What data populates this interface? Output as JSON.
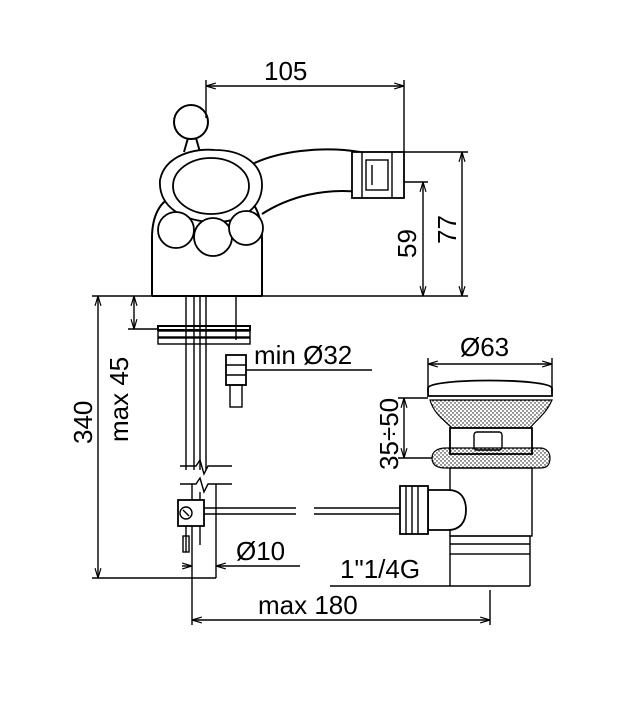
{
  "dimensions": {
    "width_105": "105",
    "height_77": "77",
    "height_59": "59",
    "max_45": "max 45",
    "height_340": "340",
    "min_d32": "min Ø32",
    "d63": "Ø63",
    "range_35_50": "35÷50",
    "d10": "Ø10",
    "thread": "1\"1/4G",
    "max_180": "max 180"
  }
}
